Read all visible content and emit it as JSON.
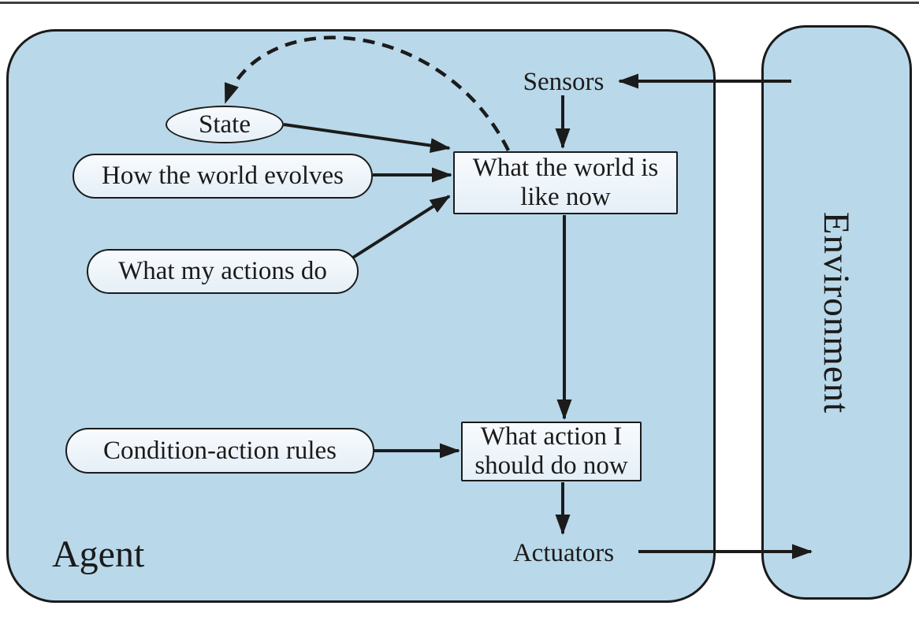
{
  "figure": {
    "agent_label": "Agent",
    "environment_label": "Environment",
    "sensors_label": "Sensors",
    "actuators_label": "Actuators"
  },
  "nodes": {
    "state": "State",
    "how_world_evolves": "How the world evolves",
    "what_actions_do": "What my actions do",
    "condition_action_rules": "Condition-action rules",
    "world_now": "What the world is like now",
    "action_now": "What action I should do now"
  },
  "edges": [
    {
      "from": "environment",
      "to": "sensors",
      "style": "solid"
    },
    {
      "from": "sensors",
      "to": "world_now",
      "style": "solid"
    },
    {
      "from": "state",
      "to": "world_now",
      "style": "solid"
    },
    {
      "from": "how_world_evolves",
      "to": "world_now",
      "style": "solid"
    },
    {
      "from": "what_actions_do",
      "to": "world_now",
      "style": "solid"
    },
    {
      "from": "world_now",
      "to": "state",
      "style": "dashed"
    },
    {
      "from": "world_now",
      "to": "action_now",
      "style": "solid"
    },
    {
      "from": "condition_action_rules",
      "to": "action_now",
      "style": "solid"
    },
    {
      "from": "action_now",
      "to": "actuators",
      "style": "solid"
    },
    {
      "from": "actuators",
      "to": "environment",
      "style": "solid"
    }
  ],
  "colors": {
    "panel_fill": "#B9D8E9",
    "node_fill": "#EDF4FA",
    "stroke": "#1B1B1B",
    "page_rule": "#3E3E3E",
    "text": "#1B1B1B"
  }
}
